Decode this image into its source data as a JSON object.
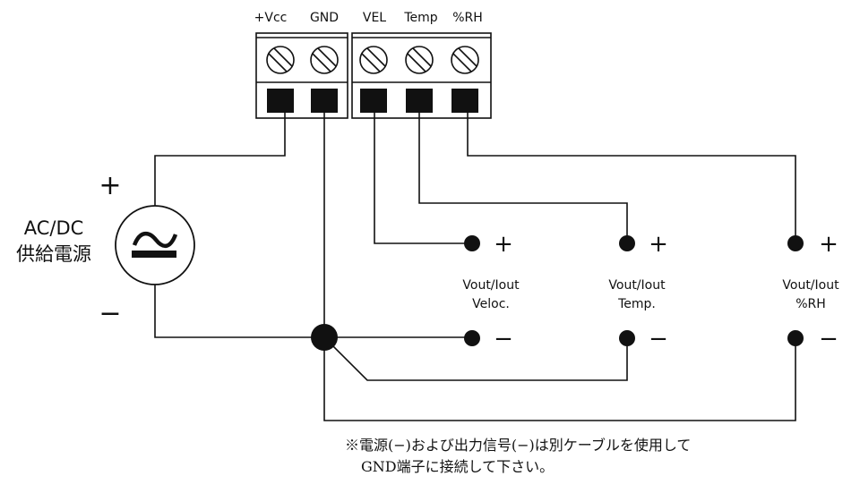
{
  "terminals": [
    "+Vcc",
    "GND",
    "VEL",
    "Temp",
    "%RH"
  ],
  "power_supply": {
    "line1": "AC/DC",
    "line2": "供給電源",
    "plus": "+",
    "minus": "−",
    "symbol": "≃"
  },
  "outputs": [
    {
      "line1": "Vout/Iout",
      "line2": "Veloc.",
      "plus": "+",
      "minus": "−"
    },
    {
      "line1": "Vout/Iout",
      "line2": "Temp.",
      "plus": "+",
      "minus": "−"
    },
    {
      "line1": "Vout/Iout",
      "line2": "%RH",
      "plus": "+",
      "minus": "−"
    }
  ],
  "note": {
    "line1": "※電源(−)および出力信号(−)は別ケーブルを使用して",
    "line2": "GND端子に接続して下さい。"
  }
}
